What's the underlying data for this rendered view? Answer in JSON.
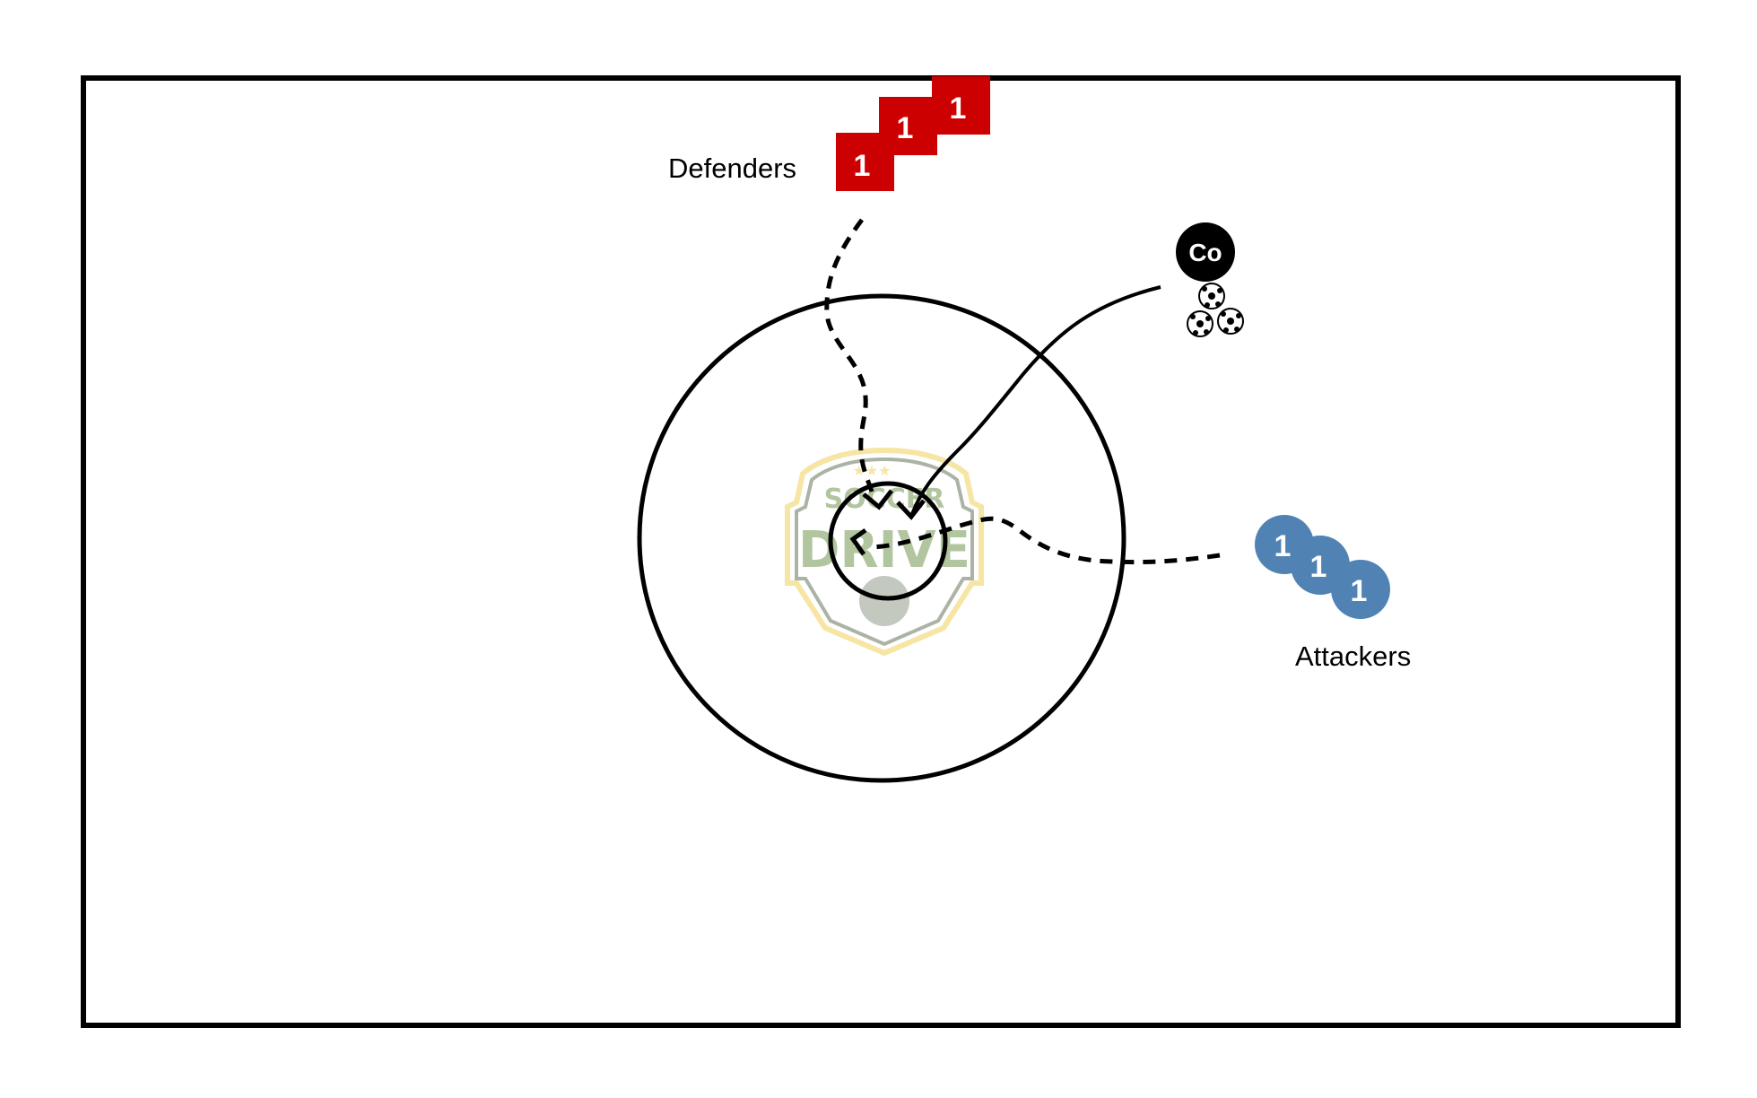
{
  "diagram": {
    "defenders_label": "Defenders",
    "attackers_label": "Attackers",
    "coach_label": "Co",
    "defenders": [
      {
        "label": "1"
      },
      {
        "label": "1"
      },
      {
        "label": "1"
      }
    ],
    "attackers": [
      {
        "label": "1"
      },
      {
        "label": "1"
      },
      {
        "label": "1"
      }
    ],
    "ball_count": 3,
    "watermark": {
      "line1": "SOCCER",
      "line2": "DRIVE"
    },
    "colors": {
      "defender": "#cc0000",
      "attacker": "#5082b4",
      "coach": "#000000",
      "line": "#000000",
      "logo_yellow": "#f6e39a",
      "logo_green": "#a9bf95",
      "logo_gray": "#a3ab9c"
    }
  }
}
